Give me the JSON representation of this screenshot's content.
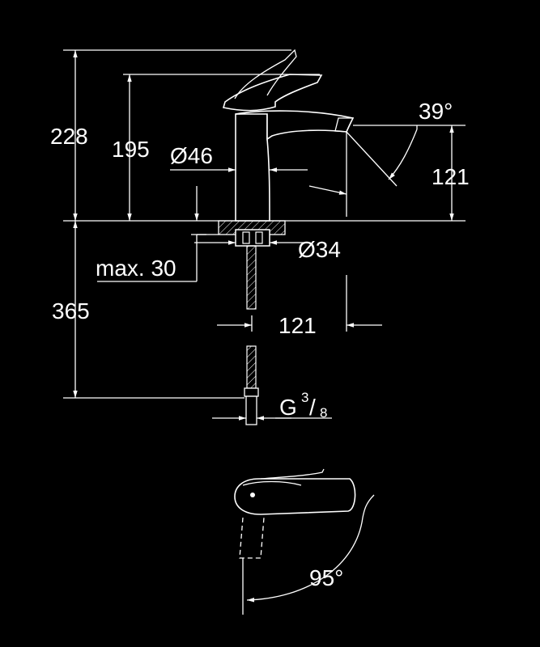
{
  "dimensions": {
    "total_height": "228",
    "spout_height": "195",
    "body_diameter": "Ø46",
    "spout_angle": "39°",
    "spout_reach_height": "121",
    "hole_diameter": "Ø34",
    "max_thickness": "max. 30",
    "hose_length": "365",
    "spout_reach": "121",
    "thread_g": "G",
    "thread_num": "3",
    "thread_slash": "/",
    "thread_den": "8",
    "lever_rotation": "95°"
  }
}
